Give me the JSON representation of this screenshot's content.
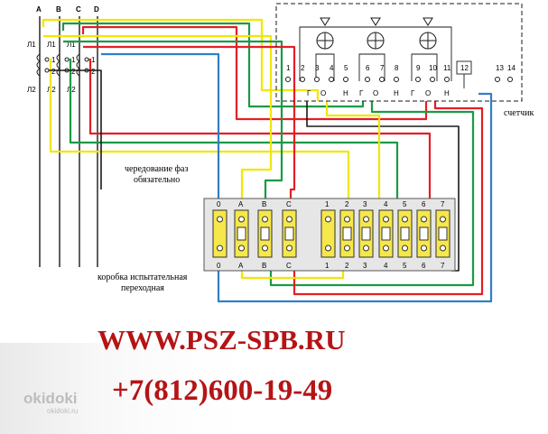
{
  "phases": [
    "A",
    "B",
    "C",
    "D"
  ],
  "ct_terminals": {
    "top": [
      "Л1",
      "Л1",
      "Л1"
    ],
    "mid_1": [
      "1",
      "1",
      "1"
    ],
    "mid_2": [
      "2",
      "2",
      "2"
    ],
    "bottom": [
      "Л2",
      "Л2",
      "Л2"
    ]
  },
  "meter": {
    "label": "счетчик",
    "terminals": [
      "1",
      "2",
      "3",
      "4",
      "5",
      "6",
      "7",
      "8",
      "9",
      "10",
      "11",
      "12",
      "13",
      "14"
    ],
    "sub_labels": [
      "Г",
      "О",
      "Н",
      "Г",
      "О",
      "Н",
      "Г",
      "О",
      "Н"
    ]
  },
  "notes": {
    "phase_order_line1": "чередование фаз",
    "phase_order_line2": "обязательно",
    "box_line1": "коробка испытательная",
    "box_line2": "переходная"
  },
  "test_box": {
    "left_labels": [
      "0",
      "A",
      "B",
      "C"
    ],
    "right_labels": [
      "1",
      "2",
      "3",
      "4",
      "5",
      "6",
      "7"
    ]
  },
  "footer": {
    "url": "WWW.PSZ-SPB.RU",
    "phone": "+7(812)600-19-49"
  },
  "watermark": {
    "logo": "okidoki",
    "domain": "okidoki.ru"
  },
  "colors": {
    "red": "#e41e26",
    "green": "#1a9a45",
    "yellow": "#f2e600",
    "blue": "#2f7fc6",
    "black": "#1a1a1a",
    "terminal_yellow": "#f6e74a",
    "brand_red": "#b51416"
  }
}
